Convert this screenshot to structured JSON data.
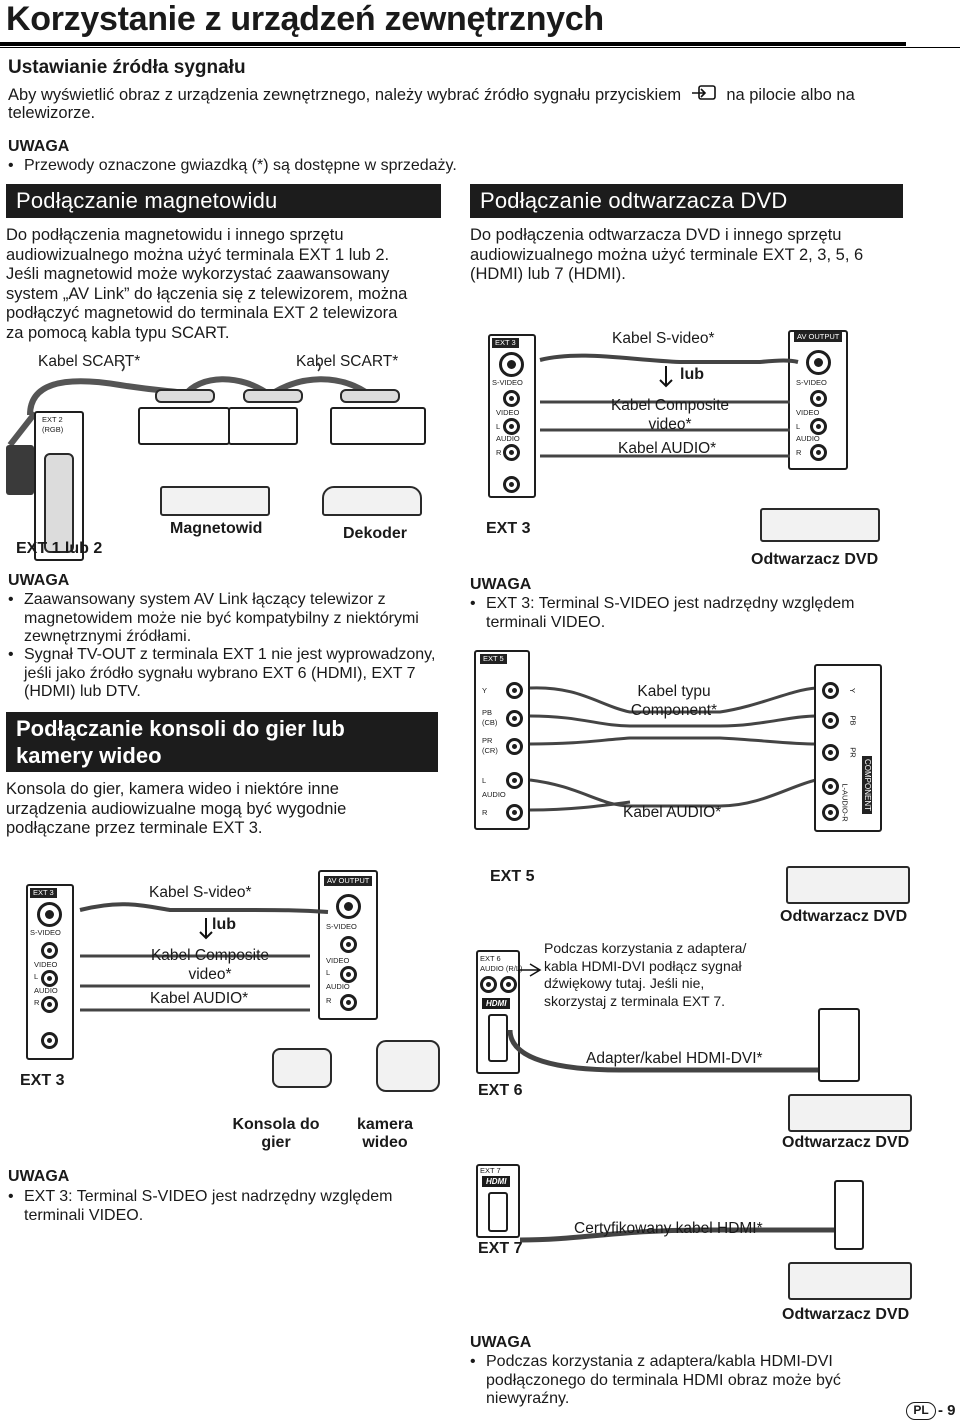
{
  "page": {
    "title": "Korzystanie z urządzeń zewnętrznych",
    "language_badge": "PL",
    "page_number": "- 9"
  },
  "source": {
    "heading": "Ustawianie źródła sygnału",
    "text_before_icon": "Aby wyświetlić obraz z urządzenia zewnętrznego, należy wybrać źródło sygnału przyciskiem",
    "text_after_icon": "na pilocie albo na",
    "text_line2": "telewizorze.",
    "input_icon": "input-source-icon",
    "uwaga": "UWAGA",
    "note": "Przewody oznaczone gwiazdką (*) są dostępne w sprzedaży."
  },
  "vcr": {
    "heading": "Podłączanie magnetowidu",
    "lines": [
      "Do podłączenia magnetowidu i innego sprzętu",
      "audiowizualnego można użyć terminala EXT 1 lub 2.",
      "Jeśli magnetowid może wykorzystać zaawansowany",
      "system „AV Link” do łączenia się z telewizorem, można",
      "podłączyć magnetowid do terminala EXT 2 telewizora",
      "za pomocą kabla typu SCART."
    ],
    "cable1": "Kabel SCART*",
    "cable2": "Kabel SCART*",
    "panel_label": "EXT 2",
    "panel_sub": "(RGB)",
    "ext_label": "EXT 1 lub 2",
    "device1": "Magnetowid",
    "device2": "Dekoder",
    "uwaga": "UWAGA",
    "notes": [
      [
        "Zaawansowany system AV Link łączący telewizor z",
        "magnetowidem może nie być kompatybilny z niektórymi",
        "zewnętrznymi źródłami."
      ],
      [
        "Sygnał TV-OUT z terminala EXT 1 nie jest wyprowadzony,",
        "jeśli jako źródło sygnału wybrano EXT 6 (HDMI), EXT 7",
        "(HDMI) lub DTV."
      ]
    ]
  },
  "console": {
    "heading_line1": "Podłączanie konsoli do gier lub",
    "heading_line2": "kamery wideo",
    "lines": [
      "Konsola do gier, kamera wideo i niektóre inne",
      "urządzenia audiowizualne mogą być wygodnie",
      "podłączane przez terminale EXT 3."
    ],
    "panel_label": "EXT 3",
    "av_output": "AV OUTPUT",
    "svideo": "S-VIDEO",
    "video": "VIDEO",
    "l": "L",
    "audio": "AUDIO",
    "r": "R",
    "cable_svideo": "Kabel S-video*",
    "lub": "lub",
    "cable_composite_1": "Kabel Composite",
    "cable_composite_2": "video*",
    "cable_audio": "Kabel AUDIO*",
    "ext_label": "EXT 3",
    "device1_line1": "Konsola do",
    "device1_line2": "gier",
    "device2_line1": "kamera",
    "device2_line2": "wideo",
    "uwaga": "UWAGA",
    "note": [
      "EXT 3: Terminal S-VIDEO jest nadrzędny względem",
      "terminali VIDEO."
    ]
  },
  "dvd": {
    "heading": "Podłączanie odtwarzacza DVD",
    "lines": [
      "Do podłączenia odtwarzacza DVD i innego sprzętu",
      "audiowizualnego można użyć terminale EXT 2, 3, 5, 6",
      "(HDMI) lub 7 (HDMI)."
    ],
    "panel_label": "EXT 3",
    "av_output": "AV OUTPUT",
    "svideo": "S-VIDEO",
    "video": "VIDEO",
    "l": "L",
    "audio": "AUDIO",
    "r": "R",
    "cable_svideo": "Kabel S-video*",
    "lub": "lub",
    "cable_composite_1": "Kabel Composite",
    "cable_composite_2": "video*",
    "cable_audio": "Kabel AUDIO*",
    "ext_label": "EXT 3",
    "device": "Odtwarzacz DVD",
    "uwaga": "UWAGA",
    "note": [
      "EXT 3: Terminal S-VIDEO jest nadrzędny względem",
      "terminali VIDEO."
    ]
  },
  "component": {
    "panel_label": "EXT 5",
    "y": "Y",
    "pb": "PB",
    "cb": "(CB)",
    "pr": "PR",
    "cr": "(CR)",
    "l": "L",
    "audio": "AUDIO",
    "r": "R",
    "cable_component_1": "Kabel typu",
    "cable_component_2": "Component*",
    "cable_audio": "Kabel AUDIO*",
    "out_y": "Y",
    "out_pb": "PB",
    "out_pr": "PR",
    "out_audio": "L-AUDIO-R",
    "out_component": "COMPONENT",
    "ext_label": "EXT 5",
    "device": "Odtwarzacz DVD"
  },
  "hdmi": {
    "panel6_label": "EXT 6",
    "panel6_sub": "AUDIO (R/L)",
    "hdmi_logo": "HDMI",
    "note_lines": [
      "Podczas korzystania z adaptera/",
      "kabla HDMI-DVI podłącz sygnał",
      "dźwiękowy tutaj. Jeśli nie,",
      "skorzystaj z terminala EXT 7."
    ],
    "adapter": "Adapter/kabel HDMI-DVI*",
    "ext6_label": "EXT 6",
    "device6": "Odtwarzacz DVD",
    "panel7_label": "EXT 7",
    "cable7": "Certyfikowany kabel HDMI*",
    "ext7_label": "EXT 7",
    "device7": "Odtwarzacz DVD",
    "uwaga": "UWAGA",
    "note": [
      "Podczas korzystania z adaptera/kabla HDMI-DVI",
      "podłączonego do terminala HDMI obraz może być",
      "niewyraźny."
    ]
  }
}
